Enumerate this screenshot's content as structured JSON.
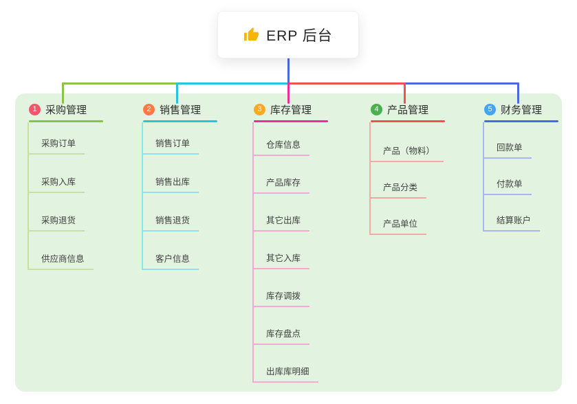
{
  "root": {
    "label": "ERP 后台",
    "icon": "thumbs-up-icon"
  },
  "branches": [
    {
      "index": "1",
      "label": "采购管理",
      "color": "#8bc34a",
      "light_color": "#c5e1a5",
      "badge_color": "#f2566a",
      "children": [
        "采购订单",
        "采购入库",
        "采购退货",
        "供应商信息"
      ]
    },
    {
      "index": "2",
      "label": "销售管理",
      "color": "#26c6da",
      "light_color": "#8fe3ec",
      "badge_color": "#ff7a45",
      "children": [
        "销售订单",
        "销售出库",
        "销售退货",
        "客户信息"
      ]
    },
    {
      "index": "3",
      "label": "库存管理",
      "color": "#eb2f96",
      "light_color": "#f7a8d3",
      "badge_color": "#ffa726",
      "children": [
        "仓库信息",
        "产品库存",
        "其它出库",
        "其它入库",
        "库存调拨",
        "库存盘点",
        "出库库明细"
      ]
    },
    {
      "index": "4",
      "label": "产品管理",
      "color": "#ef5350",
      "light_color": "#f5a9a6",
      "badge_color": "#4caf50",
      "children": [
        "产品（物料）",
        "产品分类",
        "产品单位"
      ]
    },
    {
      "index": "5",
      "label": "财务管理",
      "color": "#4969e1",
      "light_color": "#a8b6ef",
      "badge_color": "#42a5f5",
      "children": [
        "回款单",
        "付款单",
        "结算账户"
      ]
    }
  ],
  "colors": {
    "canvas_bg": "#ffffff",
    "panel_bg": "#e2f4df",
    "root_line": "#4969e1",
    "thumb": "#f7b500"
  }
}
